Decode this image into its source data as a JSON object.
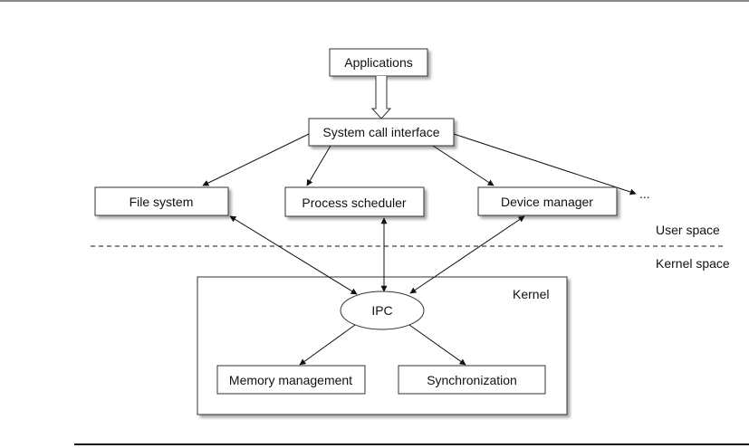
{
  "diagram": {
    "nodes": {
      "applications": "Applications",
      "syscall": "System call interface",
      "filesystem": "File system",
      "scheduler": "Process scheduler",
      "device": "Device manager",
      "ellipsis": "...",
      "ipc": "IPC",
      "memory": "Memory management",
      "sync": "Synchronization"
    },
    "labels": {
      "user_space": "User space",
      "kernel_space": "Kernel space",
      "kernel": "Kernel"
    }
  }
}
